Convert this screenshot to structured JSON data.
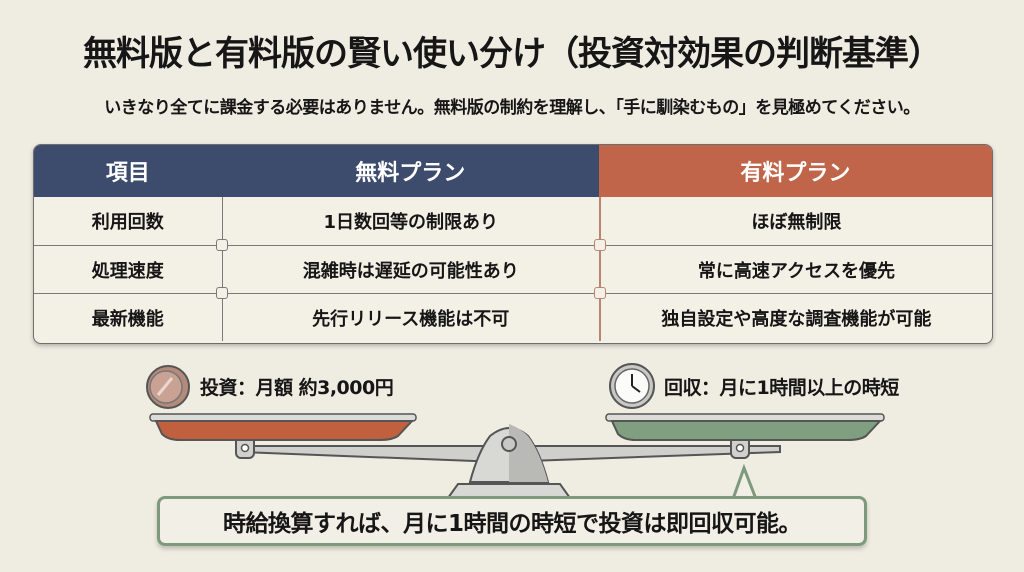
{
  "title": "無料版と有料版の賢い使い分け（投資対効果の判断基準）",
  "subtitle": "いきなり全てに課金する必要はありません。無料版の制約を理解し、「手に馴染むもの」を見極めてください。",
  "table": {
    "headers": [
      "項目",
      "無料プラン",
      "有料プラン"
    ],
    "rows": [
      {
        "item": "利用回数",
        "free": "1日数回等の制限あり",
        "paid": "ほぼ無制限"
      },
      {
        "item": "処理速度",
        "free": "混雑時は遅延の可能性あり",
        "paid": "常に高速アクセスを優先"
      },
      {
        "item": "最新機能",
        "free": "先行リリース機能は不可",
        "paid": "独自設定や高度な調査機能が可能"
      }
    ],
    "colors": {
      "free_header": "#3d4c6c",
      "paid_header": "#c06549"
    }
  },
  "balance": {
    "left_label": "投資：月額 約3,000円",
    "right_label": "回収：月に1時間以上の時短",
    "left_icon": "coin-icon",
    "right_icon": "clock-icon",
    "left_pan_color": "#c0603f",
    "right_pan_color": "#7f9f80"
  },
  "callout": "時給換算すれば、月に1時間の時短で投資は即回収可能。"
}
